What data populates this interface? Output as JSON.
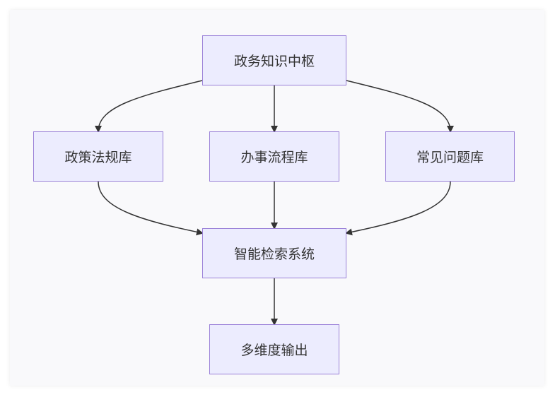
{
  "diagram": {
    "nodes": {
      "hub": "政务知识中枢",
      "policy": "政策法规库",
      "process": "办事流程库",
      "faq": "常见问题库",
      "search": "智能检索系统",
      "output": "多维度输出"
    },
    "edges": [
      {
        "from": "hub",
        "to": "policy"
      },
      {
        "from": "hub",
        "to": "process"
      },
      {
        "from": "hub",
        "to": "faq"
      },
      {
        "from": "policy",
        "to": "search"
      },
      {
        "from": "process",
        "to": "search"
      },
      {
        "from": "faq",
        "to": "search"
      },
      {
        "from": "search",
        "to": "output"
      }
    ],
    "colors": {
      "node_fill": "#ececfe",
      "node_border": "#9a80d8",
      "edge": "#333333",
      "text": "#333333"
    }
  }
}
